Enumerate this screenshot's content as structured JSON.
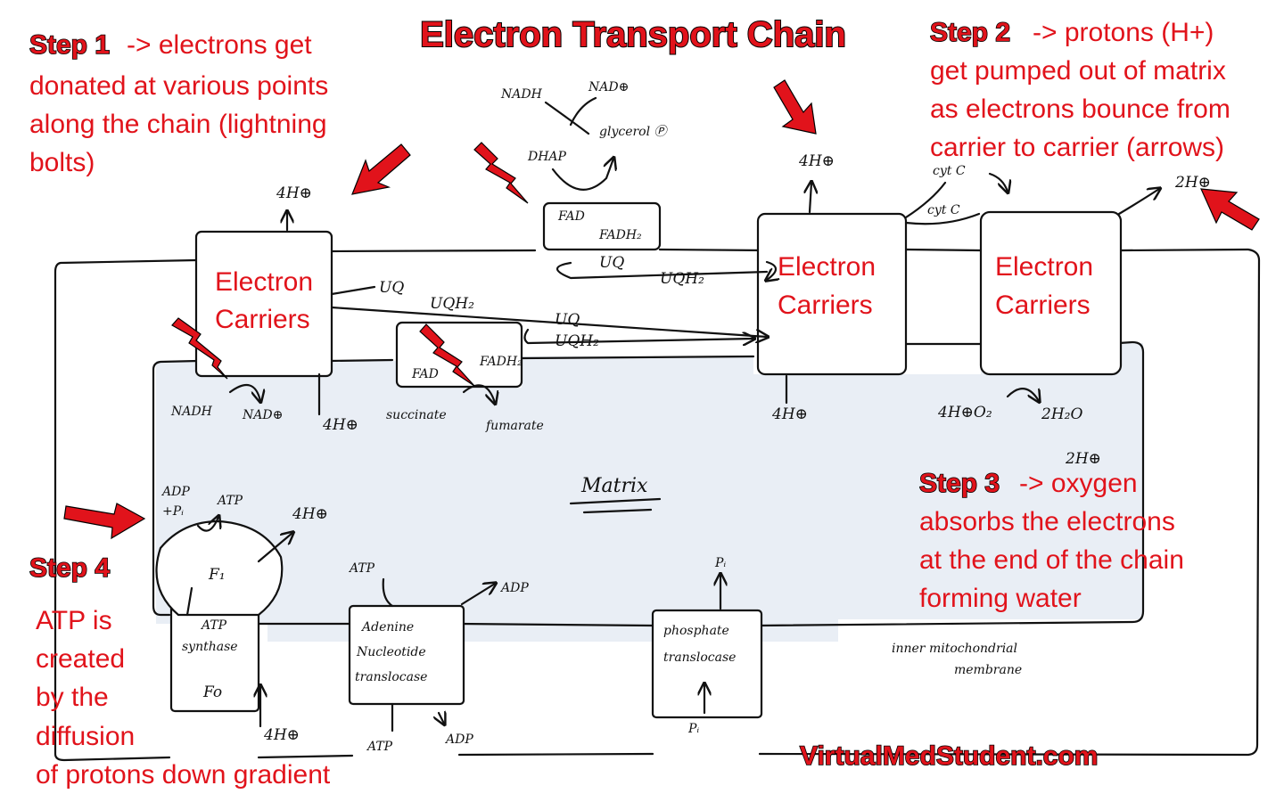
{
  "title": "Electron Transport Chain",
  "steps": {
    "step1": {
      "label": "Step 1",
      "text": [
        "-> electrons get",
        "donated at various points",
        "along the chain (lightning",
        "bolts)"
      ]
    },
    "step2": {
      "label": "Step 2",
      "text": [
        "-> protons (H+)",
        "get pumped out of matrix",
        "as electrons bounce from",
        "carrier to carrier (arrows)"
      ]
    },
    "step3": {
      "label": "Step 3",
      "text": [
        "-> oxygen",
        "absorbs the electrons",
        "at the end of the chain",
        "forming water"
      ]
    },
    "step4": {
      "label": "Step 4",
      "text": [
        "ATP is",
        "created",
        "by the",
        "diffusion",
        "of protons down gradient"
      ]
    }
  },
  "carriers": {
    "c1": [
      "Electron",
      "Carriers"
    ],
    "c2": [
      "Electron",
      "Carriers"
    ],
    "c3": [
      "Electron",
      "Carriers"
    ]
  },
  "labels": {
    "h4_c1_top": "4H⊕",
    "h4_c1_bottom": "4H⊕",
    "nadh_left": "NADH",
    "nad_left": "NAD⊕",
    "nadh_top": "NADH",
    "nad_top": "NAD⊕",
    "glycerol": "glycerol Ⓟ",
    "dhap": "DHAP",
    "fad_top": "FAD",
    "fadh2_top": "FADH₂",
    "uq1": "UQ",
    "uqh2_1": "UQH₂",
    "uq2": "UQ",
    "uqh2_2": "UQH₂",
    "uq3": "UQ",
    "uqh2_3": "UQH₂",
    "fad_mid": "FAD",
    "fadh2_mid": "FADH₂",
    "succinate": "succinate",
    "fumarate": "fumarate",
    "h4_c2_top": "4H⊕",
    "h4_c2_bottom": "4H⊕",
    "cytc_1": "cyt C",
    "cytc_2": "cyt C",
    "h2_c3_top": "2H⊕",
    "h4_o2": "4H⊕O₂",
    "h2o": "2H₂O",
    "h2_c3_bottom": "2H⊕",
    "matrix": "Matrix",
    "adp_pi": [
      "ADP",
      "+Pᵢ"
    ],
    "atp_f1": "ATP",
    "h4_f1": "4H⊕",
    "f1": "F₁",
    "synthase": [
      "ATP",
      "synthase"
    ],
    "fo": "Fo",
    "h4_fo": "4H⊕",
    "atp_ant_top": "ATP",
    "adp_ant_top": "ADP",
    "ant": [
      "Adenine",
      "Nucleotide",
      "translocase"
    ],
    "atp_ant_bottom": "ATP",
    "adp_ant_bottom": "ADP",
    "pi_top": "Pᵢ",
    "pt": [
      "phosphate",
      "translocase"
    ],
    "pi_bottom": "Pᵢ",
    "membrane": [
      "inner mitochondrial",
      "membrane"
    ]
  },
  "watermark": "VirtualMedStudent.com",
  "colors": {
    "accent": "#e1131b",
    "ink": "#111111",
    "matrix_fill": "#e9eef5"
  }
}
